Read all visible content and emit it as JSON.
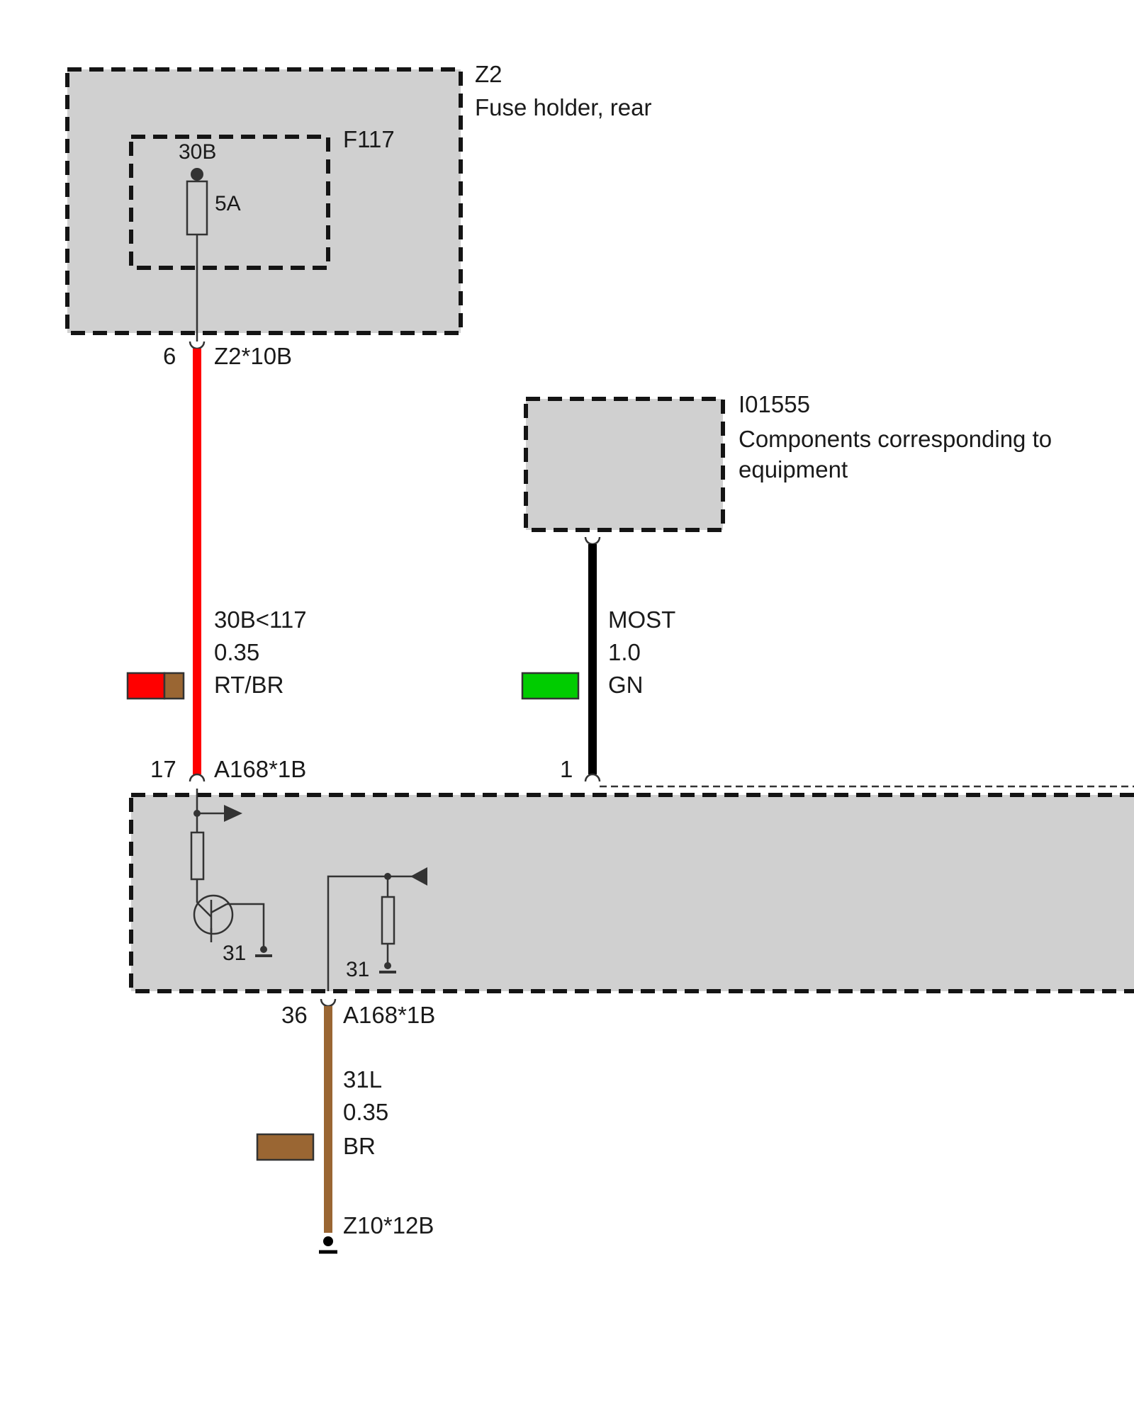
{
  "components": {
    "fuse_holder": {
      "id": "Z2",
      "description": "Fuse holder, rear"
    },
    "fuse": {
      "id": "F117",
      "terminal": "30B",
      "rating": "5A"
    },
    "equipment": {
      "id": "I01555",
      "description_line1": "Components corresponding to",
      "description_line2": "equipment"
    }
  },
  "connectors": {
    "fuse_out": {
      "pin": "6",
      "name": "Z2*10B"
    },
    "module_in": {
      "pin": "17",
      "name": "A168*1B"
    },
    "most_in": {
      "pin": "1"
    },
    "module_out": {
      "pin": "36",
      "name": "A168*1B"
    },
    "ground": {
      "name": "Z10*12B"
    }
  },
  "internal": {
    "ground_left": "31",
    "ground_right": "31"
  },
  "wires": {
    "power": {
      "signal": "30B<117",
      "gauge": "0.35",
      "color_code": "RT/BR",
      "color_primary": "#ff0000",
      "color_stripe": "#9a6633"
    },
    "most": {
      "signal": "MOST",
      "gauge": "1.0",
      "color_code": "GN",
      "wire_color": "#000000",
      "swatch_color": "#00cc00"
    },
    "ground": {
      "signal": "31L",
      "gauge": "0.35",
      "color_code": "BR",
      "color_primary": "#9a6633"
    }
  }
}
